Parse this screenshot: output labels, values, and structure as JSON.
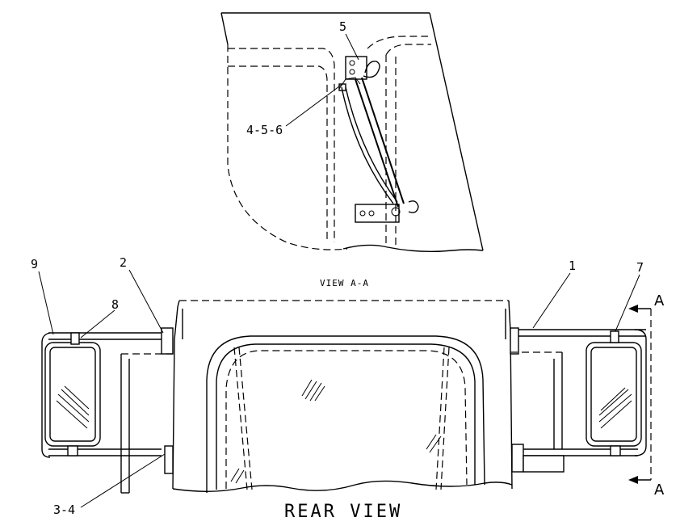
{
  "labels": {
    "callout_5": "5",
    "callout_456": "4-5-6",
    "view_title": "VIEW A-A",
    "callout_9": "9",
    "callout_2": "2",
    "callout_8": "8",
    "callout_1": "1",
    "callout_7": "7",
    "callout_34": "3-4",
    "section_a_top": "A",
    "section_a_bottom": "A",
    "rear_view": "REAR VIEW"
  }
}
